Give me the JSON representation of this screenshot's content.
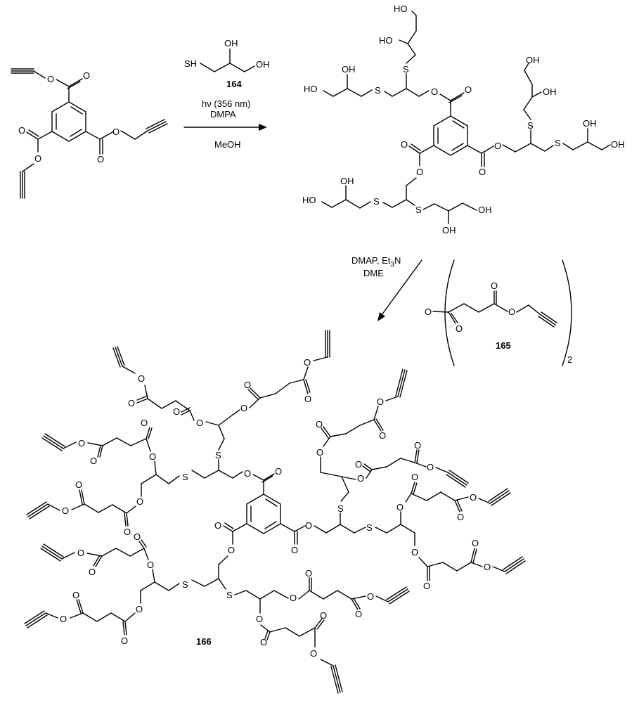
{
  "reagents_step1": {
    "compound": "164",
    "sh": "SH",
    "oh": "OH",
    "conditions_1": "hν (356 nm)",
    "conditions_2": "DMPA",
    "solvent": "MeOH"
  },
  "reagents_step2": {
    "conditions_1": "DMAP, Et",
    "subscript": "3",
    "conditions_1b": "N",
    "conditions_2": "DME",
    "compound": "165",
    "multiplier": "2"
  },
  "atoms": {
    "O": "O",
    "S": "S",
    "OH": "OH",
    "HO": "HO"
  },
  "product": {
    "compound": "166"
  }
}
